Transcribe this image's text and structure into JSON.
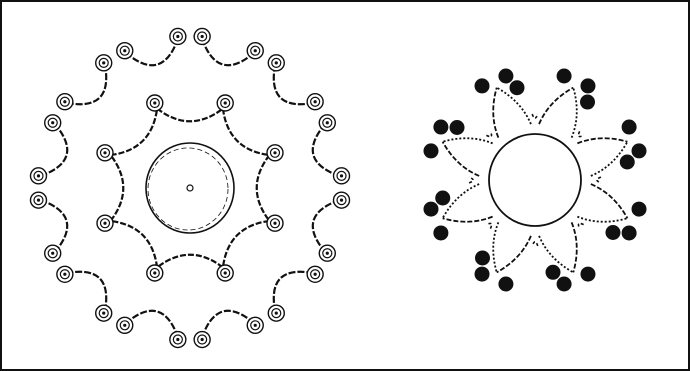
{
  "figure": {
    "panels": [
      {
        "id": "left",
        "style": "open-ring",
        "outer_loops": 12,
        "inner_loops": 8,
        "has_center_dot": true
      },
      {
        "id": "right",
        "style": "filled-dots",
        "outer_loops": 8,
        "inner_loops": 0,
        "has_center_dot": false
      }
    ],
    "colors": {
      "ink": "#111111",
      "background": "#ffffff"
    }
  }
}
